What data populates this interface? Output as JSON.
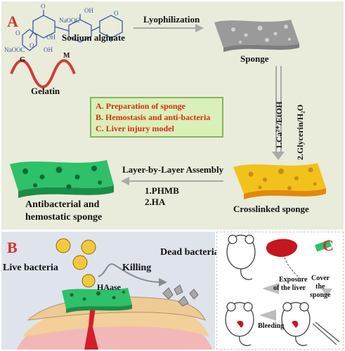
{
  "panel_a": {
    "letter": "A",
    "sodium_alginate": "Sodium alginate",
    "naooc_top": "NaOOC",
    "naooc_left": "NaOOC",
    "oh_1": "OH",
    "oh_2": "OH",
    "oh_3": "OH",
    "o_1": "O",
    "o_2": "O",
    "o_3": "O",
    "o_4": "O",
    "g_label": "G",
    "m_label": "M",
    "gelatin": "Gelatin",
    "lyophilization": "Lyophilization",
    "sponge": "Sponge",
    "step1": "1.Ca²⁺/EtOH",
    "step2": "2.Glycerin/H₂O",
    "lbl_assembly": "Layer-by-Layer Assembly",
    "phmb": "1.PHMB",
    "ha": "2.HA",
    "crosslinked": "Crosslinked  sponge",
    "antibacterial_1": "Antibacterial and",
    "antibacterial_2": "hemostatic sponge",
    "legend": [
      "A. Preparation of sponge",
      "B. Hemostasis and anti-bacteria",
      "C. Liver  injury model"
    ]
  },
  "panel_b": {
    "letter": "B",
    "live_bacteria": "Live bacteria",
    "dead_bacteria": "Dead bacteria",
    "killing": "Killing",
    "haase": "HAase"
  },
  "panel_c": {
    "letter": "C",
    "exposure_1": "Exposure",
    "exposure_2": "of the liver",
    "cover_1": "Cover",
    "cover_2": "the",
    "cover_3": "sponge",
    "bleeding": "Bleeding"
  },
  "colors": {
    "accent_red": "#d0342c",
    "panel_a_bg": "#e9ecda",
    "panel_b_bg": "#dfe3ec",
    "sponge_grey": "#9a9a9a",
    "sponge_yellow": "#f2c21c",
    "sponge_green": "#2fc06a",
    "legend_bg": "#d9f0b8",
    "alginate_blue": "#3c59a8"
  }
}
